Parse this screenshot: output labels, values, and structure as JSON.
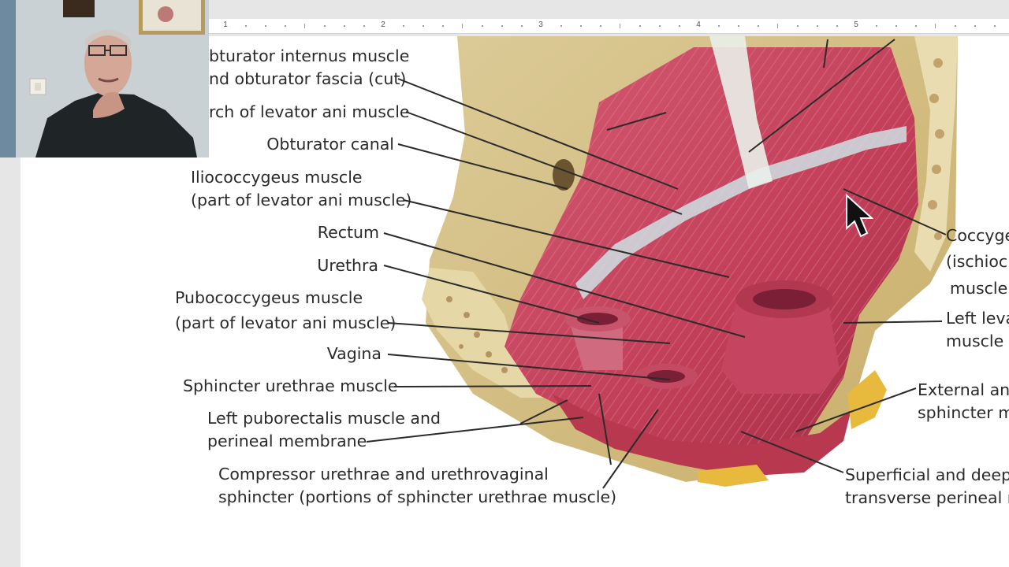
{
  "ruler": {
    "numbers": [
      "1",
      "2",
      "3",
      "4",
      "5"
    ]
  },
  "colors": {
    "muscle": "#c9495f",
    "muscle_dark": "#9e2a40",
    "bone": "#e3d5a6",
    "fascia": "#cfe0e4",
    "fat": "#e7b93d"
  },
  "figure": {
    "labels_left": {
      "obturator_internus": [
        "bturator internus muscle",
        "nd obturator fascia (cut)"
      ],
      "arch_levator": "rch of levator ani muscle",
      "obturator_canal": "Obturator canal",
      "iliococcygeus": [
        "Iliococcygeus muscle",
        "(part of levator ani muscle)"
      ],
      "rectum": "Rectum",
      "urethra": "Urethra",
      "pubococcygeus": [
        "Pubococcygeus muscle",
        "(part of levator ani muscle)"
      ],
      "vagina": "Vagina",
      "sphincter_urethrae": "Sphincter urethrae muscle",
      "left_puborectalis": [
        "Left puborectalis muscle and",
        "perineal membrane"
      ],
      "compressor_urethrae": [
        "Compressor urethrae and urethrovaginal",
        "sphincter (portions of sphincter urethrae muscle)"
      ]
    },
    "labels_right": {
      "coccygeus": [
        "Coccyge",
        "(ischioc",
        "muscle"
      ],
      "left_levator": [
        "Left leva",
        "muscle ("
      ],
      "external_anal": [
        "External ana",
        "sphincter m"
      ],
      "superficial_deep": [
        "Superficial and deep",
        "transverse perineal m"
      ]
    }
  },
  "icons": {
    "cursor": "mouse-pointer-icon",
    "presenter": "webcam-presenter"
  }
}
